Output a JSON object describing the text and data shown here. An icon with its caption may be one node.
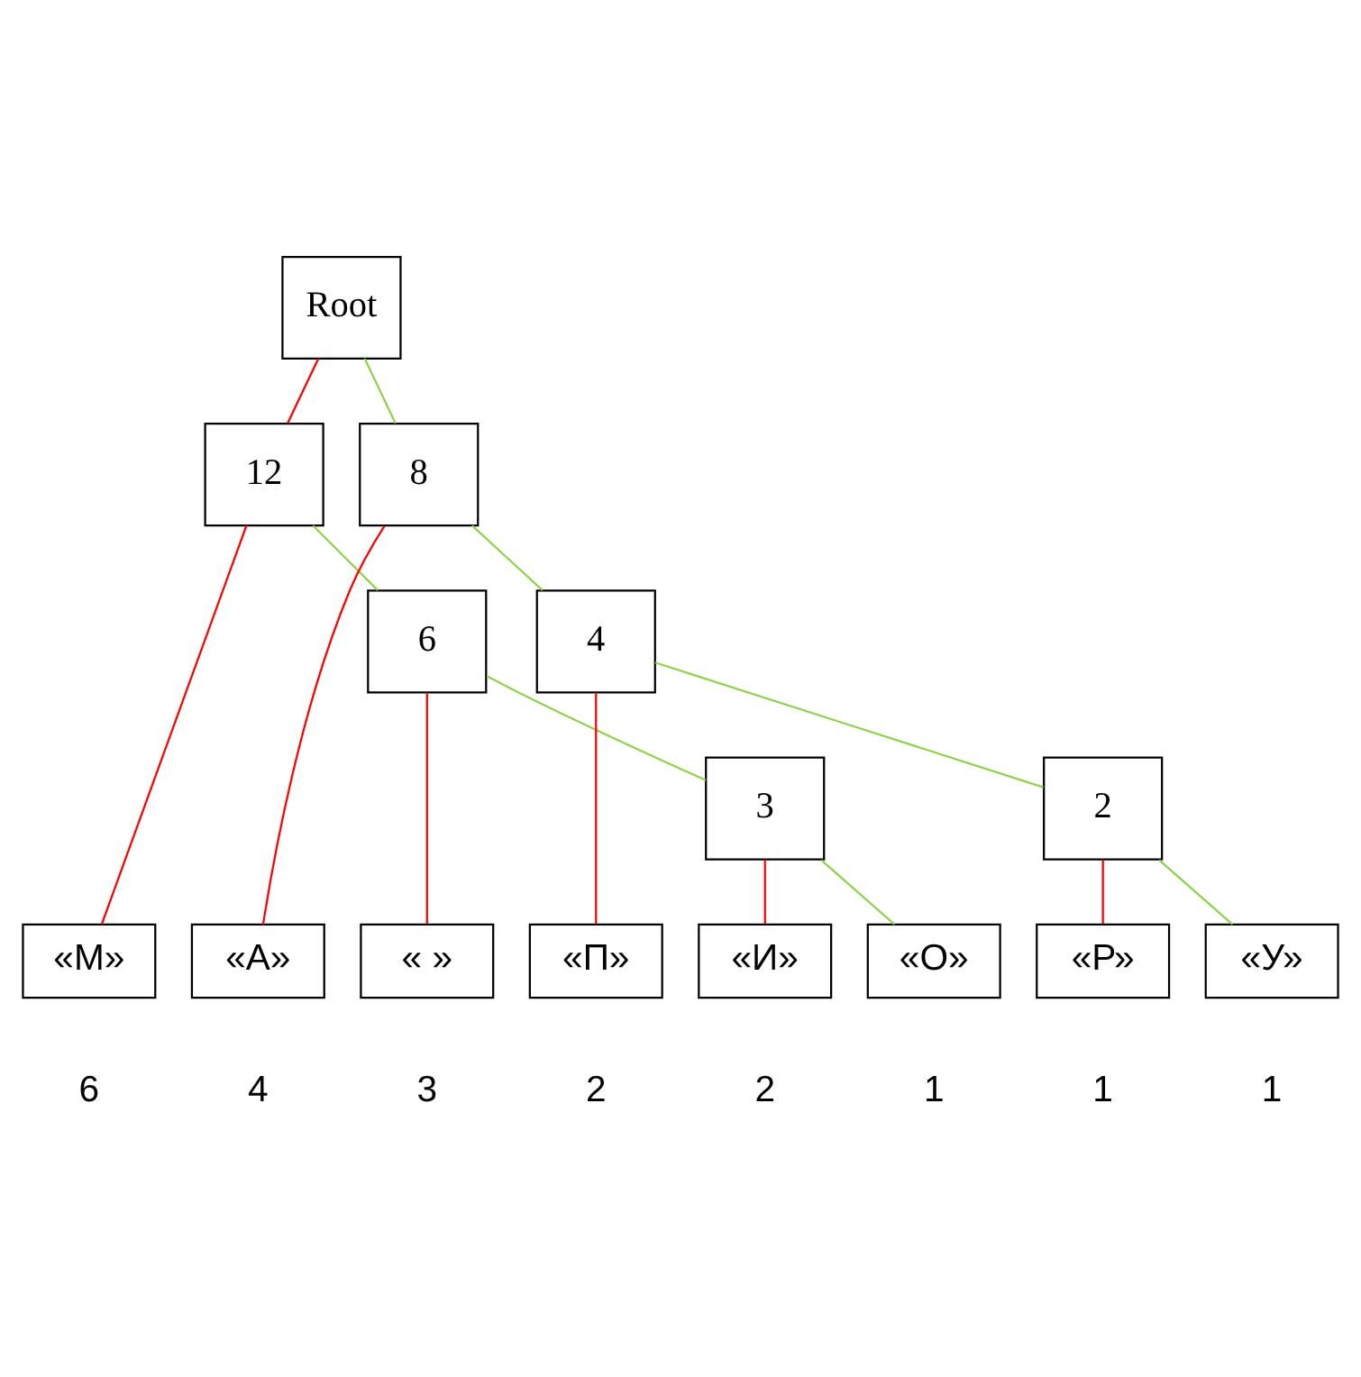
{
  "diagram": {
    "nodes": [
      {
        "text": [
          "Root"
        ]
      },
      {
        "text": [
          "12"
        ]
      },
      {
        "text": [
          "8"
        ]
      },
      {
        "text": [
          "6"
        ]
      },
      {
        "text": [
          "4"
        ]
      },
      {
        "text": [
          "3"
        ]
      },
      {
        "text": [
          "2"
        ]
      },
      {
        "text": [
          "«М»"
        ]
      },
      {
        "text": [
          "«А»"
        ]
      },
      {
        "text": [
          "« »"
        ]
      },
      {
        "text": [
          "«П»"
        ]
      },
      {
        "text": [
          "«И»"
        ]
      },
      {
        "text": [
          "«О»"
        ]
      },
      {
        "text": [
          "«Р»"
        ]
      },
      {
        "text": [
          "«У»"
        ]
      }
    ],
    "edges": [
      {
        "from": 0,
        "to": 1,
        "arrow": "none",
        "color": "#ff0000"
      },
      {
        "from": 0,
        "to": 2,
        "arrow": "none",
        "color": "#92d050"
      },
      {
        "from": 1,
        "to": 7,
        "arrow": "none",
        "color": "#ff0000"
      },
      {
        "from": 1,
        "to": 3,
        "arrow": "none",
        "color": "#92d050"
      },
      {
        "from": 2,
        "to": 8,
        "arrow": "none",
        "color": "#ff0000"
      },
      {
        "from": 2,
        "to": 4,
        "arrow": "none",
        "color": "#92d050"
      },
      {
        "from": 3,
        "to": 9,
        "arrow": "none",
        "color": "#ff0000"
      },
      {
        "from": 3,
        "to": 5,
        "arrow": "none",
        "color": "#92d050"
      },
      {
        "from": 4,
        "to": 10,
        "arrow": "none",
        "color": "#ff0000"
      },
      {
        "from": 4,
        "to": 6,
        "arrow": "none",
        "color": "#92d050"
      },
      {
        "from": 5,
        "to": 11,
        "arrow": "none",
        "color": "#ff0000"
      },
      {
        "from": 5,
        "to": 12,
        "arrow": "none",
        "color": "#92d050"
      },
      {
        "from": 6,
        "to": 13,
        "arrow": "none",
        "color": "#ff0000"
      },
      {
        "from": 6,
        "to": 14,
        "arrow": "none",
        "color": "#92d050"
      }
    ],
    "labels": [
      "6",
      "4",
      "3",
      "2",
      "2",
      "1",
      "1",
      "1"
    ]
  }
}
